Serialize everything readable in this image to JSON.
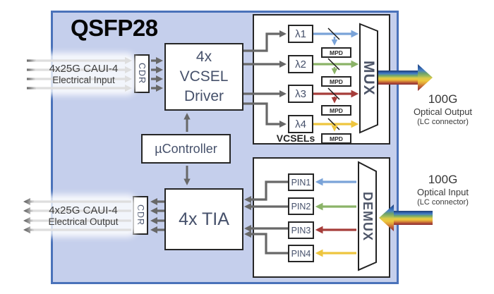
{
  "header": {
    "title": "QSFP28"
  },
  "io": {
    "electrical_input": {
      "line1": "4x25G CAUI-4",
      "line2": "Electrical Input"
    },
    "electrical_output": {
      "line1": "4x25G CAUI-4",
      "line2": "Electrical Output"
    },
    "optical_output": {
      "speed": "100G",
      "label": "Optical Output",
      "connector": "(LC connector)"
    },
    "optical_input": {
      "speed": "100G",
      "label": "Optical Input",
      "connector": "(LC connector)"
    }
  },
  "blocks": {
    "cdr_label": "CDR",
    "vcsel_driver": [
      "4x",
      "VCSEL",
      "Driver"
    ],
    "microcontroller_label": "µController",
    "tia_label": "4x TIA"
  },
  "mux_section": {
    "mux_label": "MUX",
    "vcsels_label": "VCSELs",
    "mpd_label": "MPD",
    "channels": [
      {
        "label": "λ1",
        "color": "#7aa3d8"
      },
      {
        "label": "λ2",
        "color": "#8bb368"
      },
      {
        "label": "λ3",
        "color": "#a63d3a"
      },
      {
        "label": "λ4",
        "color": "#eec53e"
      }
    ]
  },
  "demux_section": {
    "demux_label": "DEMUX",
    "pins": [
      {
        "label": "PIN1",
        "color": "#7aa3d8"
      },
      {
        "label": "PIN2",
        "color": "#8bb368"
      },
      {
        "label": "PIN3",
        "color": "#a63d3a"
      },
      {
        "label": "PIN4",
        "color": "#eec53e"
      }
    ]
  },
  "colors": {
    "module_fill": "#c5cfec",
    "module_border": "#4a72ba",
    "wire_gray": "#686868",
    "box_border": "#262626",
    "rainbow_top": "#203f73",
    "rainbow_bottom": "#8f3634"
  }
}
